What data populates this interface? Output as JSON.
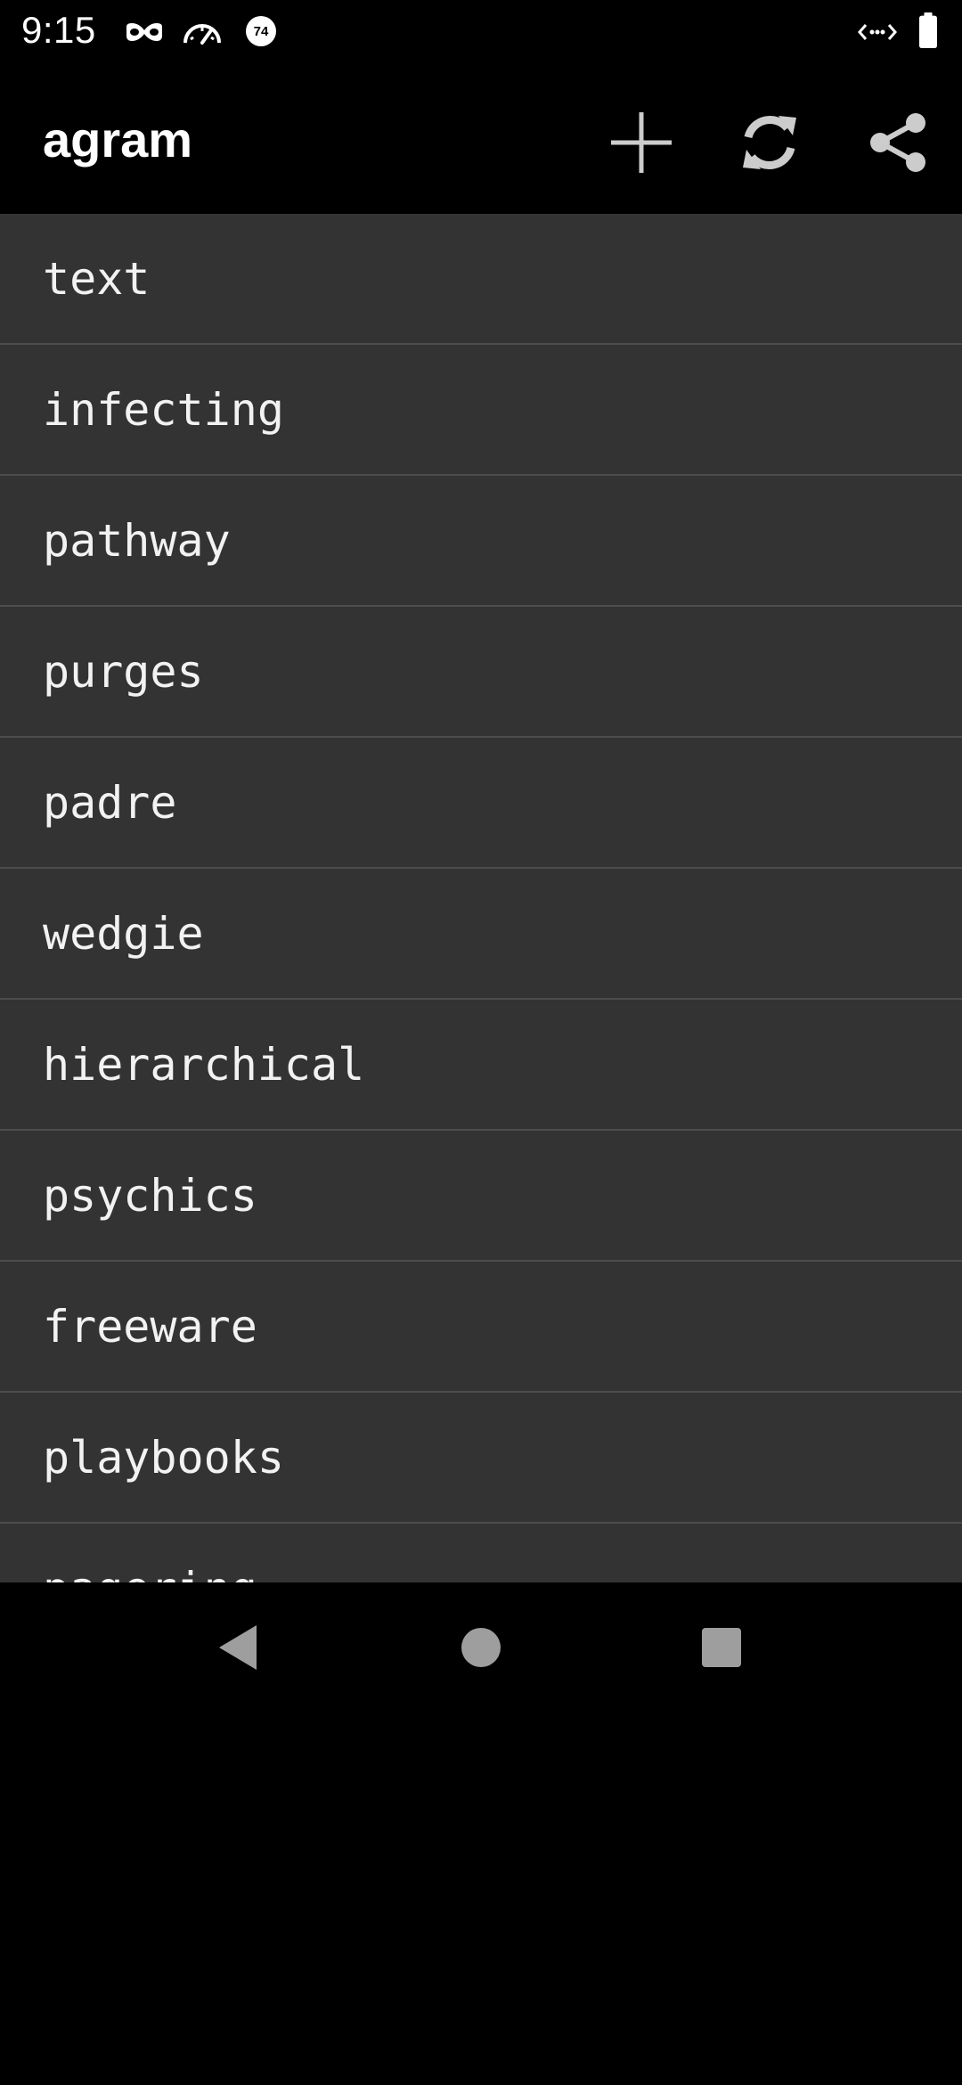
{
  "status_bar": {
    "time": "9:15",
    "icons_left": [
      "incognito-icon",
      "speedometer-icon",
      "badge-74-icon"
    ],
    "badge_number": "74",
    "icons_right": [
      "data-transfer-icon",
      "battery-icon"
    ]
  },
  "app_bar": {
    "title": "agram",
    "actions": [
      "add-icon",
      "refresh-icon",
      "share-icon"
    ]
  },
  "word_list": {
    "items": [
      "text",
      "infecting",
      "pathway",
      "purges",
      "padre",
      "wedgie",
      "hierarchical",
      "psychics",
      "freeware",
      "playbooks",
      "pagering"
    ]
  },
  "nav_bar": {
    "buttons": [
      "back-icon",
      "home-icon",
      "recents-icon"
    ]
  },
  "colors": {
    "background": "#000000",
    "list_background": "#333333",
    "divider": "#4d4d4d",
    "text": "#f2f2f2",
    "icon": "#cccccc",
    "nav_icon": "#9e9e9e"
  }
}
